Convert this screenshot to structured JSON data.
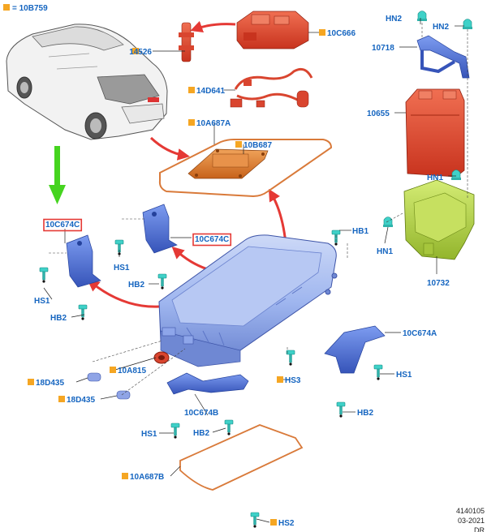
{
  "legend": {
    "marker_color": "#f5a623",
    "text": "= 10B759"
  },
  "colors": {
    "label": "#1565c0",
    "highlight_box": "#e53935",
    "arrow_red": "#e53935",
    "arrow_green": "#45d41f",
    "housing_blue": "#9fb6ef",
    "bracket_blue": "#4a6fd6",
    "fastener_cyan": "#3fd1c8",
    "module_red": "#e2503a",
    "battery_red": "#e04a2c",
    "tray_green": "#b6d646",
    "plate_orange": "#e07a2a",
    "gasket_orange": "#d97a3a",
    "grommet_red": "#d9452f"
  },
  "callouts": [
    {
      "id": "14526",
      "text": "14526",
      "marker": true
    },
    {
      "id": "10C666",
      "text": "10C666",
      "marker": true
    },
    {
      "id": "14D641",
      "text": "14D641",
      "marker": true
    },
    {
      "id": "10A687A",
      "text": "10A687A",
      "marker": true
    },
    {
      "id": "10B687",
      "text": "10B687",
      "marker": true
    },
    {
      "id": "10C674C-left",
      "text": "10C674C",
      "marker": false,
      "highlighted": true
    },
    {
      "id": "10C674C-center",
      "text": "10C674C",
      "marker": false,
      "highlighted": true
    },
    {
      "id": "HS1-a",
      "text": "HS1",
      "marker": false
    },
    {
      "id": "HB2-a",
      "text": "HB2",
      "marker": false
    },
    {
      "id": "HS1-b",
      "text": "HS1",
      "marker": false
    },
    {
      "id": "HB2-b",
      "text": "HB2",
      "marker": false
    },
    {
      "id": "HB1",
      "text": "HB1",
      "marker": false
    },
    {
      "id": "HN2-a",
      "text": "HN2",
      "marker": false
    },
    {
      "id": "HN2-b",
      "text": "HN2",
      "marker": false
    },
    {
      "id": "10718",
      "text": "10718",
      "marker": false
    },
    {
      "id": "10655",
      "text": "10655",
      "marker": false
    },
    {
      "id": "HN1-a",
      "text": "HN1",
      "marker": false
    },
    {
      "id": "HN1-b",
      "text": "HN1",
      "marker": false
    },
    {
      "id": "10732",
      "text": "10732",
      "marker": false
    },
    {
      "id": "10C674A",
      "text": "10C674A",
      "marker": false
    },
    {
      "id": "HS1-c",
      "text": "HS1",
      "marker": false
    },
    {
      "id": "HB2-c",
      "text": "HB2",
      "marker": false
    },
    {
      "id": "HS3",
      "text": "HS3",
      "marker": true
    },
    {
      "id": "18D435-a",
      "text": "18D435",
      "marker": true
    },
    {
      "id": "10A815",
      "text": "10A815",
      "marker": true
    },
    {
      "id": "18D435-b",
      "text": "18D435",
      "marker": true
    },
    {
      "id": "10C674B",
      "text": "10C674B",
      "marker": false
    },
    {
      "id": "HS1-d",
      "text": "HS1",
      "marker": false
    },
    {
      "id": "HB2-d",
      "text": "HB2",
      "marker": false
    },
    {
      "id": "10A687B",
      "text": "10A687B",
      "marker": true
    },
    {
      "id": "HS2",
      "text": "HS2",
      "marker": true
    }
  ],
  "footer": {
    "lines": [
      "4140105",
      "03-2021",
      "DR"
    ]
  }
}
